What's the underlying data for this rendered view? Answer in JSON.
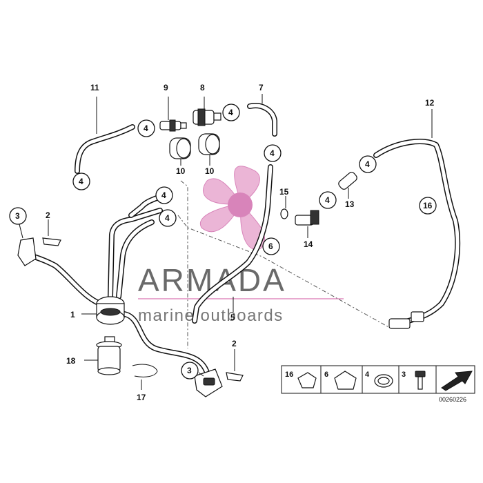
{
  "callouts": [
    "1",
    "2",
    "2",
    "3",
    "3",
    "4",
    "4",
    "4",
    "4",
    "4",
    "4",
    "4",
    "5",
    "6",
    "7",
    "8",
    "9",
    "10",
    "10",
    "11",
    "12",
    "13",
    "14",
    "15",
    "16",
    "17",
    "18"
  ],
  "watermark": {
    "brand": "ARMADA",
    "tagline": "marine outboards",
    "colors": {
      "pink": "#e8a9cf",
      "pink_dark": "#d26fae",
      "gray": "#6a6a6a"
    }
  },
  "legend": {
    "items": [
      "16",
      "6",
      "4",
      "3"
    ]
  },
  "doc_number": "00260226"
}
